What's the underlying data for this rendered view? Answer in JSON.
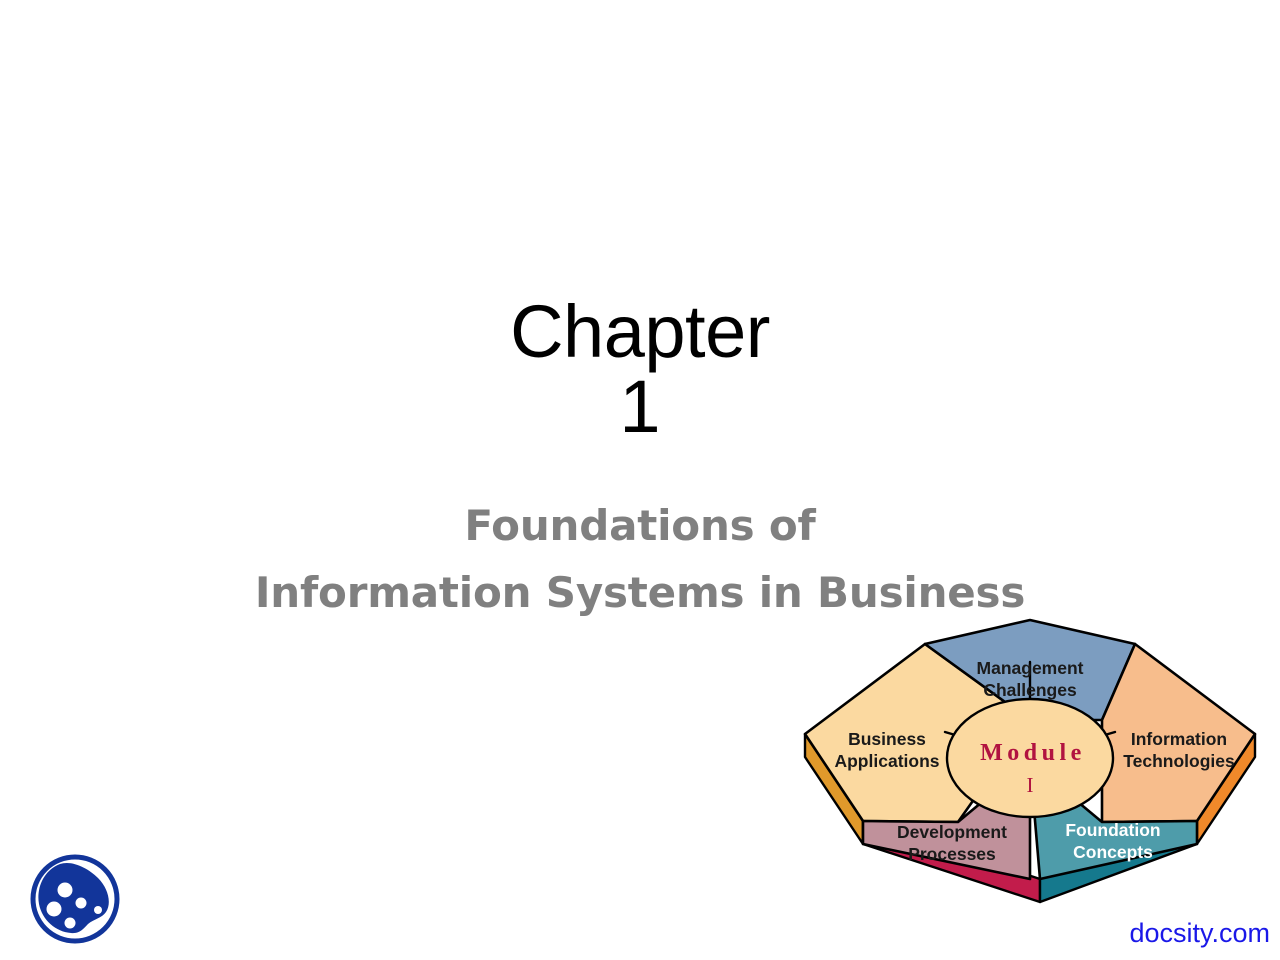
{
  "slide": {
    "background_color": "#ffffff",
    "title": {
      "line1": "Chapter",
      "line2": "1",
      "color": "#000000"
    },
    "subtitle": {
      "line1": "Foundations of",
      "line2": "Information Systems in Business",
      "color": "#808080"
    }
  },
  "diagram": {
    "name": "module-pentagon-diagram",
    "center": {
      "label": "Module",
      "roman_numeral": "I",
      "fill": "#fbd9a0",
      "text_color": "#b11340"
    },
    "segments": [
      {
        "id": "management-challenges",
        "line1": "Management",
        "line2": "Challenges",
        "fill": "#7c9dc0",
        "edge": "#7c9dc0",
        "text_color": "#1a1a1a"
      },
      {
        "id": "information-technologies",
        "line1": "Information",
        "line2": "Technologies",
        "fill": "#f7bd8c",
        "edge": "#f0892a",
        "text_color": "#1a1a1a"
      },
      {
        "id": "foundation-concepts",
        "line1": "Foundation",
        "line2": "Concepts",
        "fill": "#4e9caa",
        "edge": "#15798d",
        "text_color": "#ffffff"
      },
      {
        "id": "development-processes",
        "line1": "Development",
        "line2": "Processes",
        "fill": "#c0919b",
        "edge": "#c21c4b",
        "text_color": "#1a1a1a"
      },
      {
        "id": "business-applications",
        "line1": "Business",
        "line2": "Applications",
        "fill": "#fbd9a0",
        "edge": "#e0992b",
        "text_color": "#1a1a1a"
      }
    ]
  },
  "branding": {
    "logo_name": "docsity-logo",
    "logo_color": "#12359a",
    "wordmark": "docsity.com",
    "wordmark_color": "#1a18e8"
  }
}
